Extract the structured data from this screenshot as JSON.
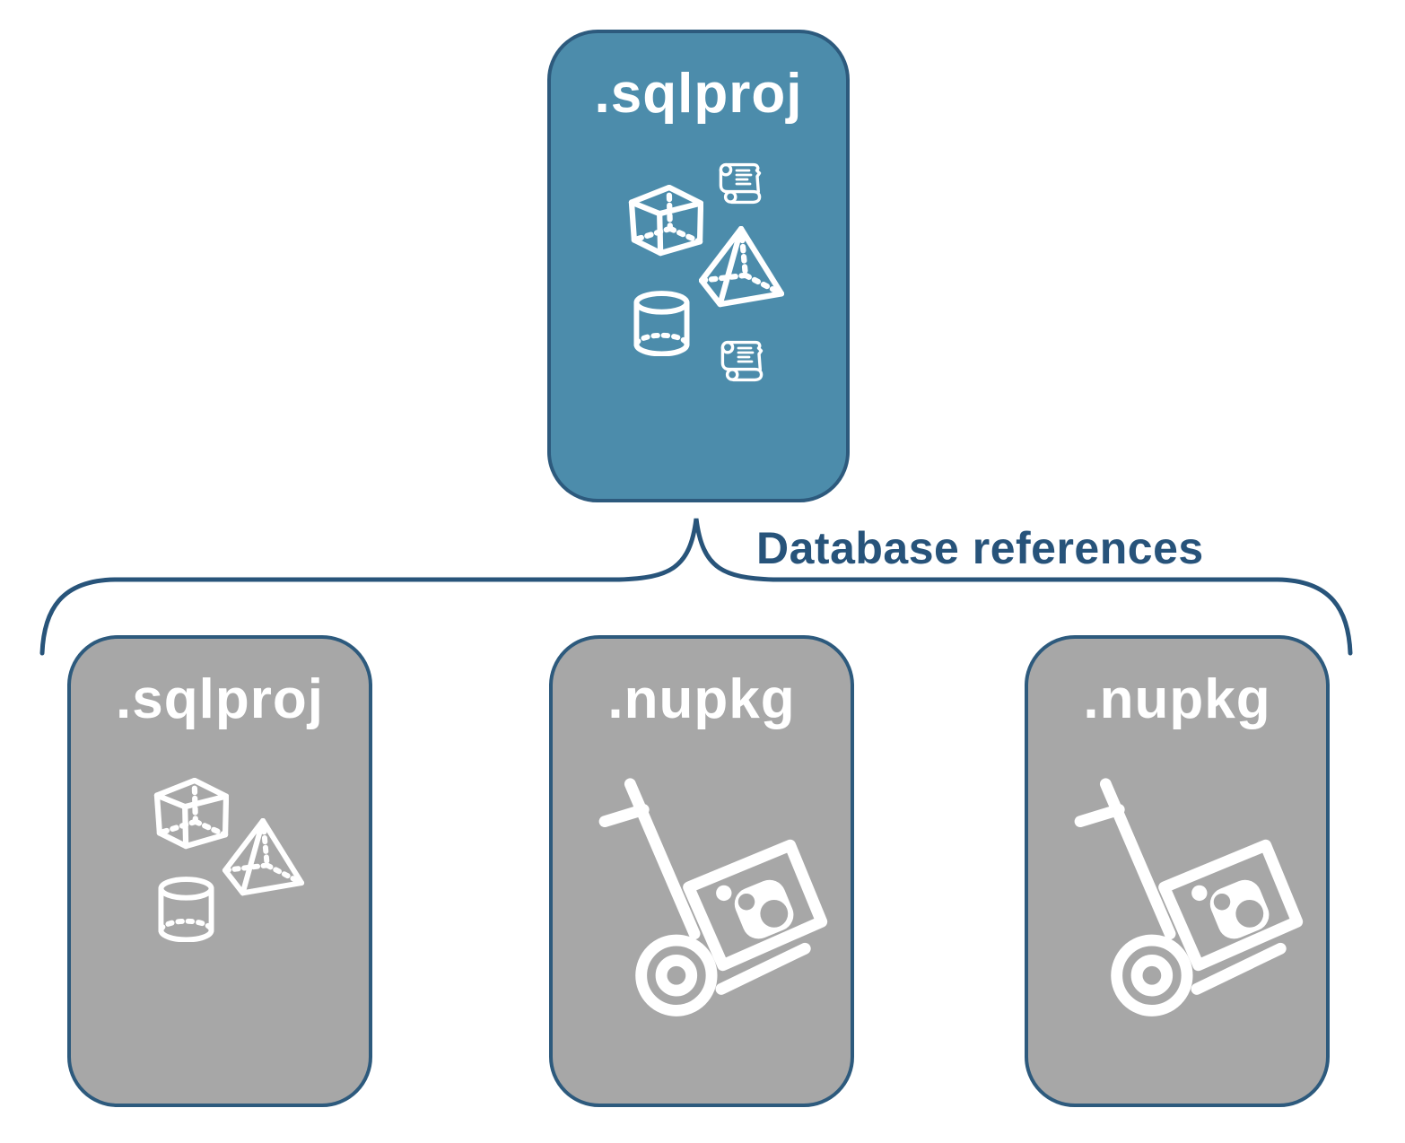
{
  "diagram": {
    "main_card": {
      "label": ".sqlproj",
      "icons": [
        "cube-icon",
        "script-scroll-icon",
        "pyramid-icon",
        "database-cylinder-icon",
        "script-scroll-icon"
      ]
    },
    "connector": {
      "label": "Database references"
    },
    "reference_cards": [
      {
        "label": ".sqlproj",
        "icons": [
          "cube-icon",
          "pyramid-icon",
          "database-cylinder-icon"
        ]
      },
      {
        "label": ".nupkg",
        "icons": [
          "nuget-hand-truck-icon"
        ]
      },
      {
        "label": ".nupkg",
        "icons": [
          "nuget-hand-truck-icon"
        ]
      }
    ],
    "colors": {
      "main_card_fill": "#4C8CAB",
      "reference_card_fill": "#A7A7A7",
      "card_border": "#2D5A7D",
      "connector_stroke": "#28547A",
      "card_label_text": "#FFFFFF",
      "connector_label_text": "#27537A"
    }
  }
}
